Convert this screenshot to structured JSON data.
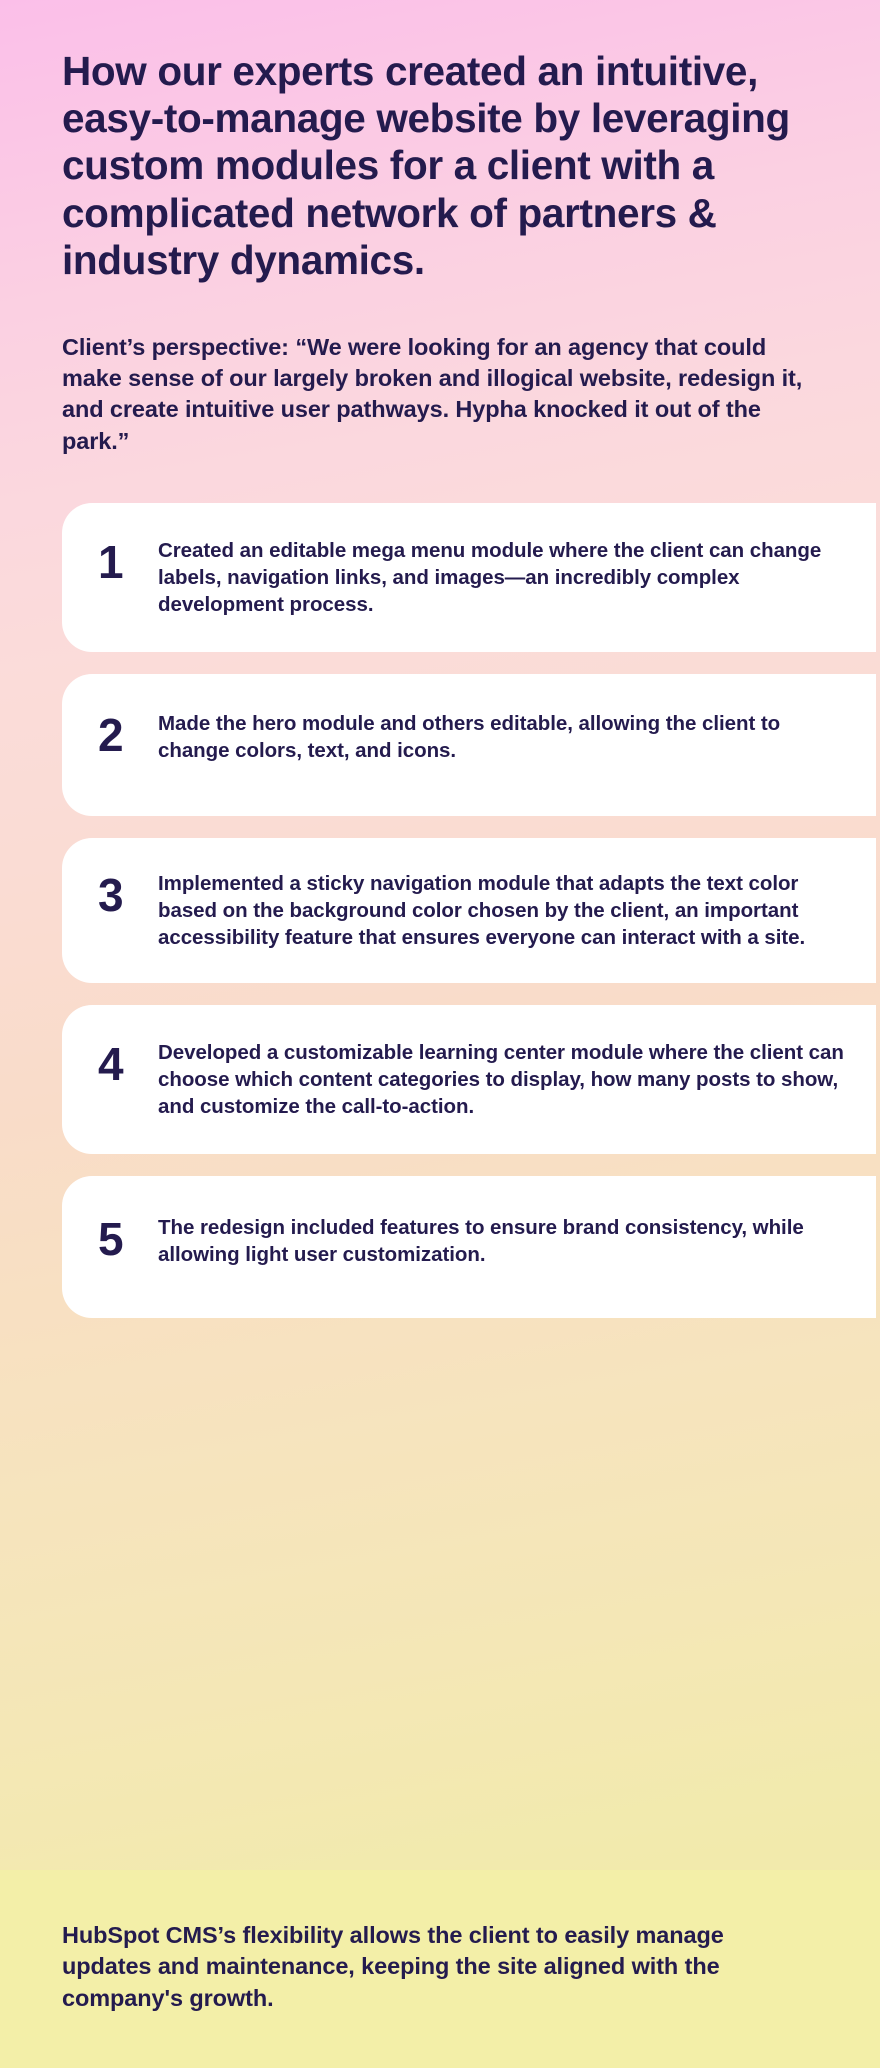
{
  "theme": {
    "text_color": "#241b4e",
    "card_background": "#ffffff",
    "footer_background": "#f3efa8",
    "gradient_top": "#fbbfe9",
    "gradient_mid": "#f9dcc9",
    "gradient_bottom": "#f0eca6"
  },
  "header": {
    "headline": "How our experts created an intuitive, easy-to-manage website by leveraging custom modules for a client with a complicated network of partners & industry dynamics.",
    "intro": "Client’s perspective: “We were looking for an agency that could make sense of our largely broken and illogical website, redesign it, and create intuitive user pathways. Hypha knocked it out of the park.”"
  },
  "cards": [
    {
      "number": "1",
      "text": "Created an editable mega menu module where the client can change labels, navigation links, and images—an incredibly complex development process."
    },
    {
      "number": "2",
      "text": "Made the hero module and others editable, allowing the client to change colors, text, and icons."
    },
    {
      "number": "3",
      "text": "Implemented a sticky navigation module that adapts the text color based on the background color chosen by the client, an important accessibility feature that ensures everyone can interact with a site."
    },
    {
      "number": "4",
      "text": "Developed a customizable learning center module where the client can choose which content categories to display, how many posts to show, and customize the call-to-action."
    },
    {
      "number": "5",
      "text": "The redesign included features to ensure brand consistency, while allowing light user customization."
    }
  ],
  "footer": {
    "text": "HubSpot CMS’s flexibility allows the client to easily manage updates and maintenance, keeping the site aligned with the company's growth."
  }
}
